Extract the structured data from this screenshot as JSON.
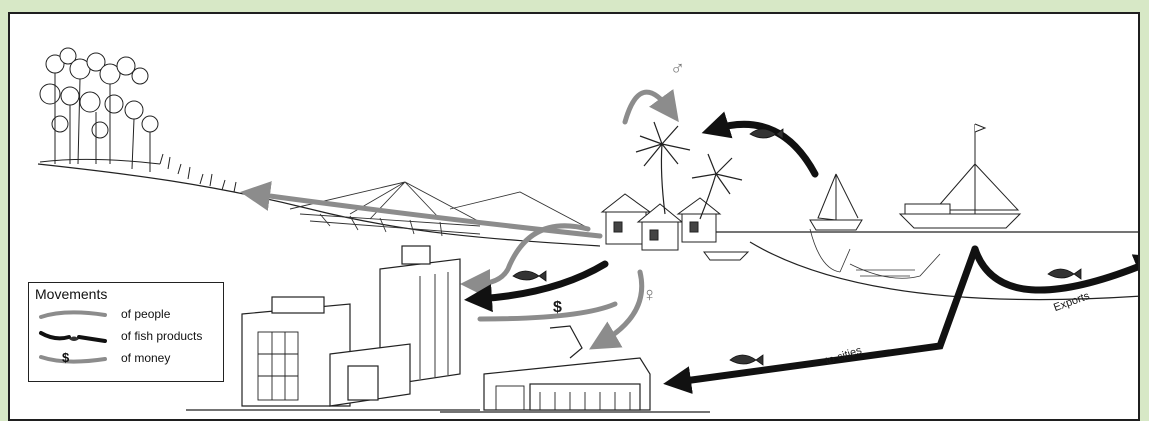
{
  "legend": {
    "title": "Movements",
    "items": [
      {
        "label": "of people",
        "color": "#8c8c8c"
      },
      {
        "label": "of fish products",
        "color": "#111111"
      },
      {
        "label": "of money",
        "color": "#8c8c8c",
        "symbol": "$"
      }
    ]
  },
  "labels": {
    "exports": "Exports",
    "to_cities": "to cities",
    "money_symbol": "$",
    "male_symbol": "♂",
    "female_symbol": "♀"
  },
  "colors": {
    "background": "#d7e8c6",
    "people_arrow": "#8c8c8c",
    "fish_arrow": "#111111"
  }
}
